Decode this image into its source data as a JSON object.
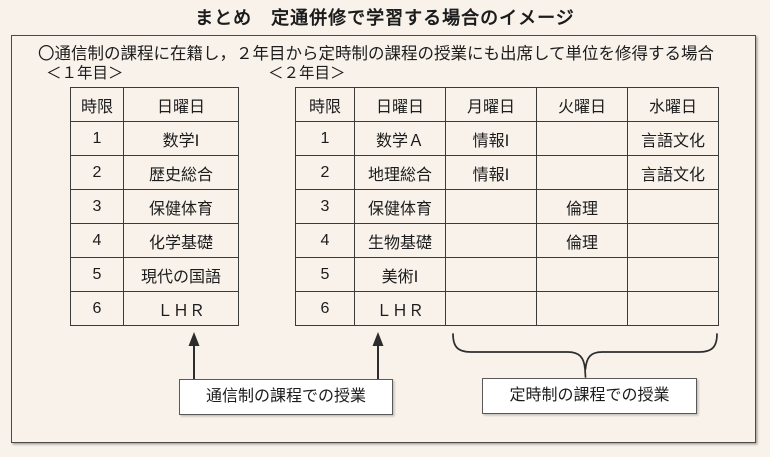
{
  "title": "まとめ　定通併修で学習する場合のイメージ",
  "panel": {
    "description": "〇通信制の課程に在籍し，２年目から定時制の課程の授業にも出席して単位を修得する場合",
    "year1_label": "＜１年目＞",
    "year2_label": "＜２年目＞"
  },
  "year1_table": {
    "headers": [
      "時限",
      "日曜日"
    ],
    "rows": [
      [
        "1",
        "数学Ⅰ"
      ],
      [
        "2",
        "歴史総合"
      ],
      [
        "3",
        "保健体育"
      ],
      [
        "4",
        "化学基礎"
      ],
      [
        "5",
        "現代の国語"
      ],
      [
        "6",
        "ＬＨＲ"
      ]
    ]
  },
  "year2_table": {
    "headers": [
      "時限",
      "日曜日",
      "月曜日",
      "火曜日",
      "水曜日"
    ],
    "rows": [
      [
        "1",
        "数学Ａ",
        "情報Ⅰ",
        "",
        "言語文化"
      ],
      [
        "2",
        "地理総合",
        "情報Ⅰ",
        "",
        "言語文化"
      ],
      [
        "3",
        "保健体育",
        "",
        "倫理",
        ""
      ],
      [
        "4",
        "生物基礎",
        "",
        "倫理",
        ""
      ],
      [
        "5",
        "美術Ⅰ",
        "",
        "",
        ""
      ],
      [
        "6",
        "ＬＨＲ",
        "",
        "",
        ""
      ]
    ]
  },
  "callouts": {
    "correspondence_label": "通信制の課程での授業",
    "parttime_label": "定時制の課程での授業"
  },
  "icons": {
    "arrow_icon": "arrow-up",
    "brace_icon": "curly-brace-horizontal"
  },
  "colors": {
    "background": "#f8f2eb",
    "line": "#3a3a3a",
    "text": "#1c1c1c",
    "callout_bg": "#ffffff"
  }
}
